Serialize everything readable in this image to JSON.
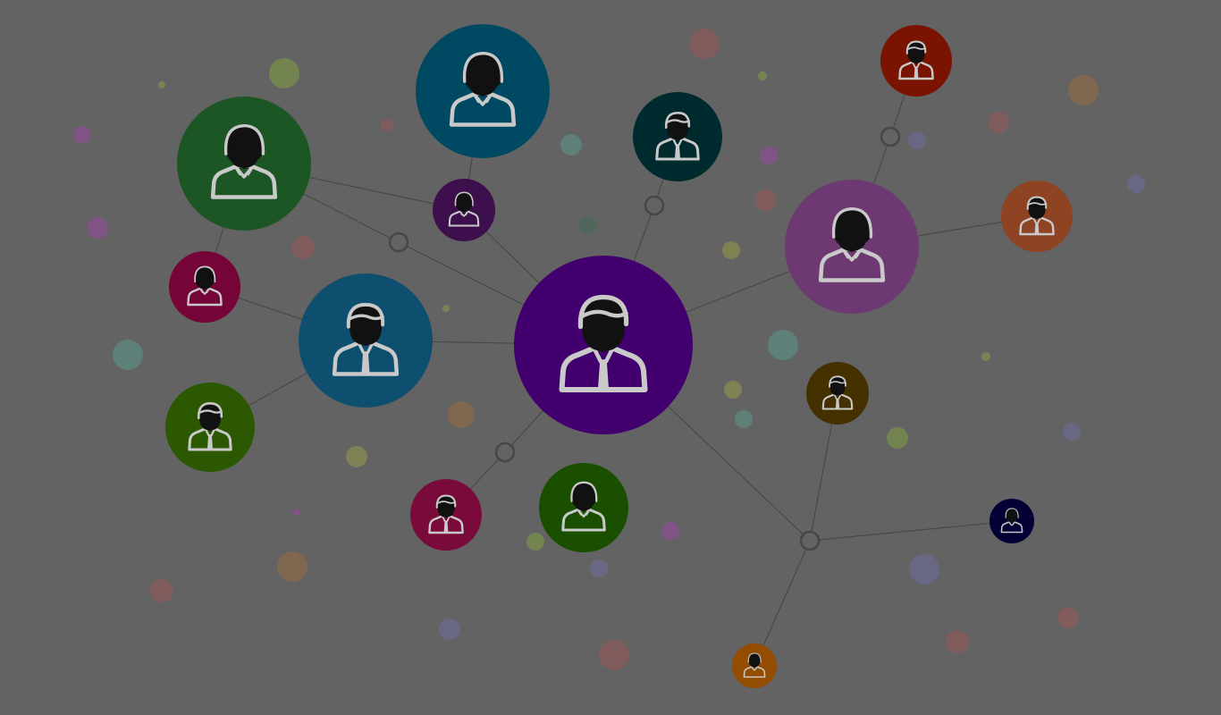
{
  "diagram": {
    "type": "people-network",
    "background": "#636363",
    "edge_color": "#474747",
    "people": [
      {
        "id": "p-center",
        "color": "#42006e",
        "kind": "man"
      },
      {
        "id": "p-green-tl",
        "color": "#1c5624",
        "kind": "woman"
      },
      {
        "id": "p-teal-top",
        "color": "#004963",
        "kind": "woman"
      },
      {
        "id": "p-dark-teal",
        "color": "#002b2e",
        "kind": "man"
      },
      {
        "id": "p-red-tr",
        "color": "#7a1400",
        "kind": "man"
      },
      {
        "id": "p-purple-small",
        "color": "#3d0f4d",
        "kind": "woman"
      },
      {
        "id": "p-magenta-right",
        "color": "#6e3873",
        "kind": "woman"
      },
      {
        "id": "p-orange-right",
        "color": "#8e4322",
        "kind": "man"
      },
      {
        "id": "p-crimson-left",
        "color": "#750538",
        "kind": "woman"
      },
      {
        "id": "p-blue-left",
        "color": "#0e4e6e",
        "kind": "man"
      },
      {
        "id": "p-green-left",
        "color": "#2b5800",
        "kind": "man"
      },
      {
        "id": "p-brown-mid",
        "color": "#453000",
        "kind": "man"
      },
      {
        "id": "p-crimson-bottom",
        "color": "#790a3a",
        "kind": "man"
      },
      {
        "id": "p-green-bottom",
        "color": "#1b4f00",
        "kind": "woman"
      },
      {
        "id": "p-navy-right",
        "color": "#030036",
        "kind": "woman"
      },
      {
        "id": "p-orange-bottom",
        "color": "#944c00",
        "kind": "woman"
      }
    ],
    "connections": [
      [
        "p-center",
        "p-purple-small"
      ],
      [
        "p-center",
        "j-left"
      ],
      [
        "j-left",
        "p-green-tl"
      ],
      [
        "p-green-tl",
        "p-purple-small"
      ],
      [
        "p-center",
        "p-blue-left"
      ],
      [
        "p-blue-left",
        "p-crimson-left"
      ],
      [
        "p-crimson-left",
        "p-green-tl"
      ],
      [
        "p-blue-left",
        "p-green-left"
      ],
      [
        "p-center",
        "j-top"
      ],
      [
        "j-top",
        "p-dark-teal"
      ],
      [
        "p-purple-small",
        "p-teal-top"
      ],
      [
        "p-center",
        "p-magenta-right"
      ],
      [
        "p-magenta-right",
        "j-upper-right"
      ],
      [
        "j-upper-right",
        "p-red-tr"
      ],
      [
        "p-magenta-right",
        "p-orange-right"
      ],
      [
        "p-center",
        "j-bottom-left"
      ],
      [
        "j-bottom-left",
        "p-crimson-bottom"
      ],
      [
        "p-center",
        "j-bottom-right"
      ],
      [
        "j-bottom-right",
        "p-brown-mid"
      ],
      [
        "j-bottom-right",
        "p-navy-right"
      ],
      [
        "j-bottom-right",
        "p-orange-bottom"
      ]
    ],
    "bubble_colors": [
      "#8a4f8f",
      "#7a8f4a",
      "#6e8a5a",
      "#5c8a80",
      "#8a5a5a",
      "#8a6a4a",
      "#8a8a50",
      "#4a6a5a",
      "#6a6a90",
      "#8a5878"
    ]
  }
}
